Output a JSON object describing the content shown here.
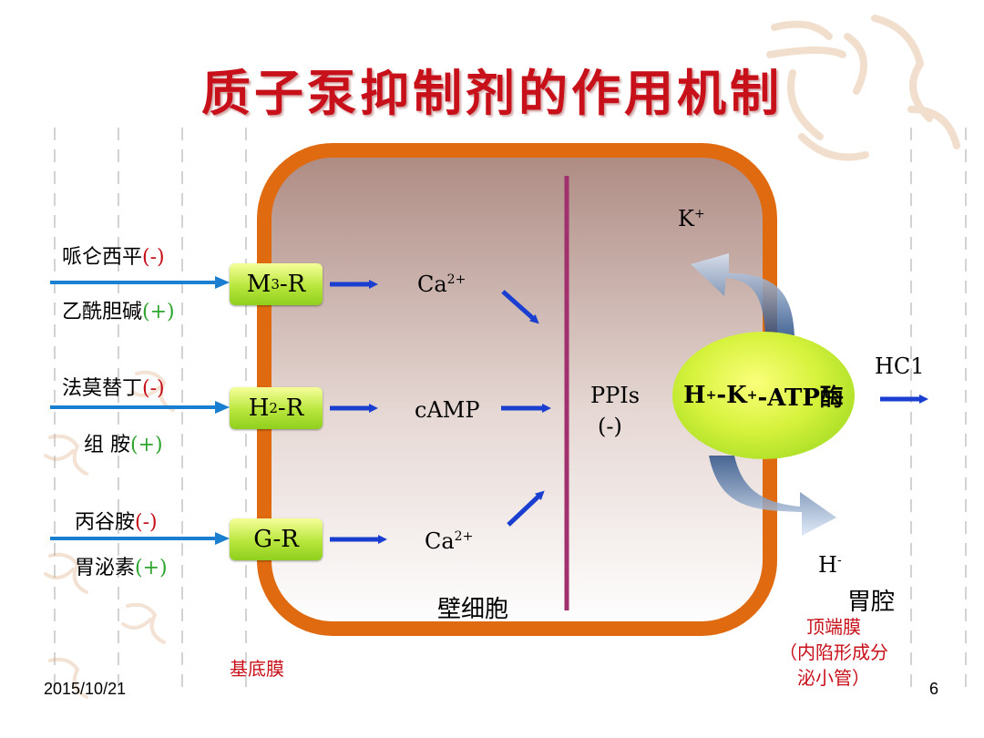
{
  "title": "质子泵抑制剂的作用机制",
  "drugs": {
    "row1_top": {
      "name": "哌仑西平",
      "sign": "(-)"
    },
    "row1_bottom": {
      "name": "乙酰胆碱",
      "sign": "(+)"
    },
    "row2_top": {
      "name": "法莫替丁",
      "sign": "(-)"
    },
    "row2_bottom": {
      "name": "组 胺",
      "sign": "(+)"
    },
    "row3_top": {
      "name": "丙谷胺",
      "sign": "(-)"
    },
    "row3_bottom": {
      "name": "胃泌素",
      "sign": "(+)"
    }
  },
  "receptors": {
    "m3": {
      "main": "M",
      "sub": "3",
      "tail": "-R"
    },
    "h2": {
      "main": "H",
      "sub": "2",
      "tail": "-R"
    },
    "g": "G-R"
  },
  "messengers": {
    "ca1": {
      "base": "Ca",
      "sup": "2+"
    },
    "camp": "cAMP",
    "ca2": {
      "base": "Ca",
      "sup": "2+"
    }
  },
  "ppis": {
    "label": "PPIs",
    "sign": "(-)"
  },
  "enzyme": {
    "h": "H",
    "plus1": "+",
    "k": "-K",
    "plus2": "+",
    "rest": "-ATP酶"
  },
  "ions": {
    "k": {
      "base": "K",
      "sup": "+"
    },
    "h": {
      "base": "H",
      "sup": "-"
    },
    "hcl": "HC1"
  },
  "labels": {
    "parietal_cell": "壁细胞",
    "stomach_lumen": "胃腔",
    "basal_membrane": "基底膜",
    "apical_line1": "顶端膜",
    "apical_line2": "（内陷形成分",
    "apical_line3": "泌小管）"
  },
  "footer": {
    "date": "2015/10/21",
    "page": "6"
  },
  "colors": {
    "title": "#c8101a",
    "arrow": "#1a3fd0",
    "membrane": "#e06a10",
    "ppi_line": "#a0306e",
    "plus_sign": "#2ea52e"
  }
}
